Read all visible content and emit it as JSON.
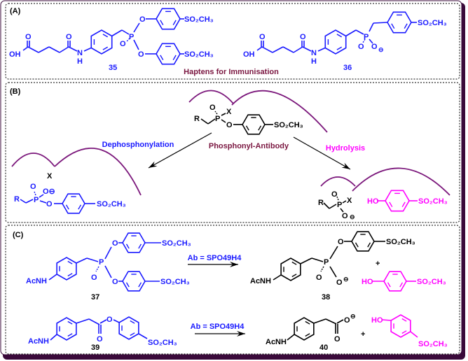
{
  "colors": {
    "structure_blue": "#1a1aff",
    "product_magenta": "#ff00ff",
    "antibody_arc": "#7b177b",
    "caption_maroon": "#7a1640",
    "frame_shadow": "#3a0a3a"
  },
  "panel_a": {
    "tag": "(A)",
    "caption": "Haptens for Immunisation",
    "compound_35": {
      "number": "35",
      "OH": "OH",
      "O": "O",
      "N": "N",
      "H": "H",
      "P": "P",
      "sulfonyl": "SO₂CH₃"
    },
    "compound_36": {
      "number": "36",
      "OH": "OH",
      "O": "O",
      "N": "N",
      "H": "H",
      "P": "P",
      "sulfonyl": "SO₂CH₃",
      "charge": "⊖"
    }
  },
  "panel_b": {
    "tag": "(B)",
    "center_label": "Phosphonyl-Antibody",
    "left_label": "Dephosphonylation",
    "right_label": "Hydrolysis",
    "substrate": {
      "R": "R",
      "O": "O",
      "P": "P",
      "X": "X",
      "sulfonyl": "SO₂CH₃"
    },
    "left_product": {
      "R": "R",
      "O": "O",
      "P": "P",
      "X": "X",
      "O_minus": "O⊖",
      "sulfonyl": "SO₂CH₃"
    },
    "right_product": {
      "R": "R",
      "O": "O",
      "P": "P",
      "X": "X",
      "charge": "⊖",
      "HO": "HO",
      "sulfonyl": "SO₂CH₃"
    }
  },
  "panel_c": {
    "tag": "(C)",
    "reaction_1": {
      "conditions": "Ab = SPO49H4",
      "plus": "+"
    },
    "reaction_2": {
      "conditions": "Ab = SPO49H4",
      "plus": "+"
    },
    "compound_37": {
      "number": "37",
      "AcNH": "AcNH",
      "P": "P",
      "O": "O",
      "sulfonyl": "SO₂CH₃"
    },
    "compound_38": {
      "number": "38",
      "AcNH": "AcNH",
      "P": "P",
      "O": "O",
      "charge": "⊖",
      "sulfonyl": "SO₂CH₃"
    },
    "compound_39": {
      "number": "39",
      "AcNH": "AcNH",
      "O": "O",
      "sulfonyl": "SO₂CH₃"
    },
    "compound_40": {
      "number": "40",
      "AcNH": "AcNH",
      "O": "O",
      "charge": "⊖"
    },
    "phenol": {
      "HO": "HO",
      "sulfonyl": "SO₂CH₃"
    }
  }
}
